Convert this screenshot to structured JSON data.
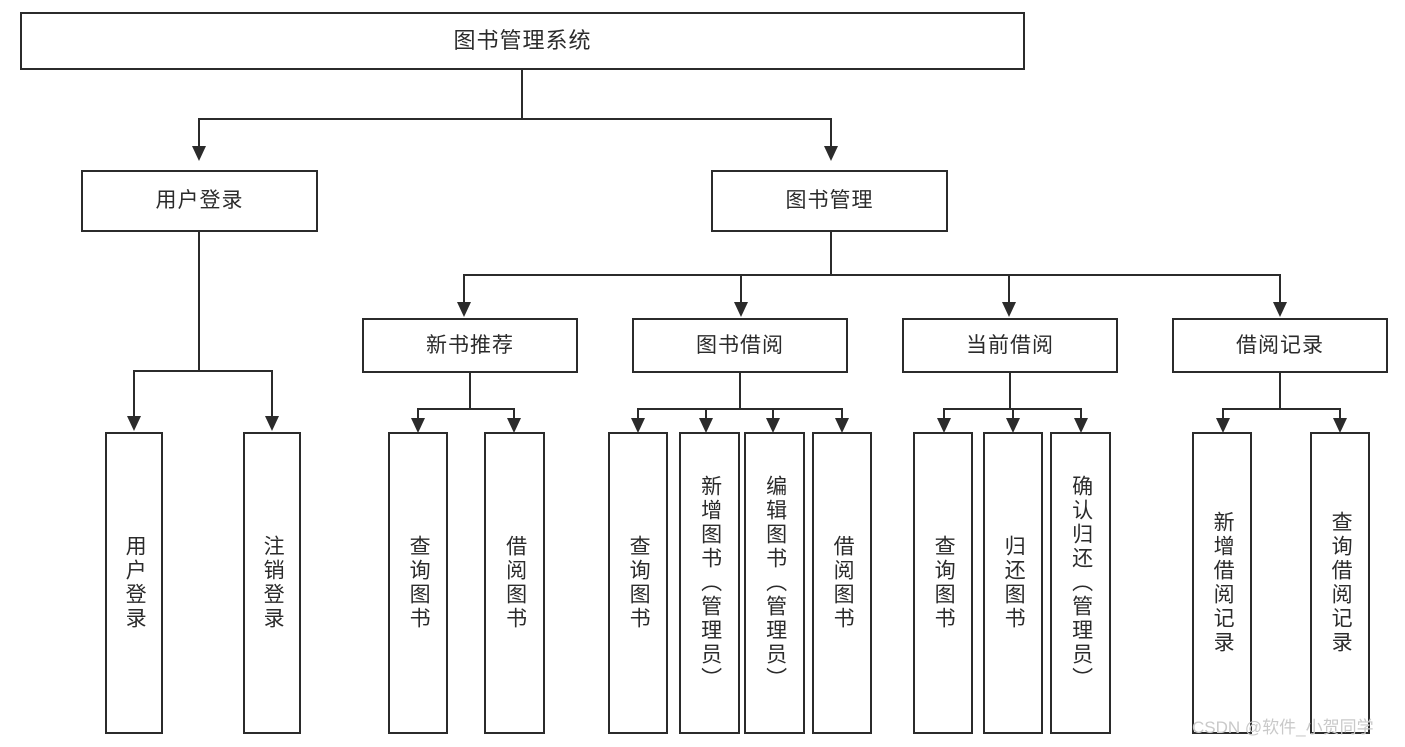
{
  "diagram": {
    "title": "图书管理系统",
    "type": "tree",
    "watermark": "CSDN @软件_小贺同学",
    "colors": {
      "line": "#2b2b2b",
      "box_fill": "#ffffff",
      "text": "#2b2b2b",
      "watermark": "#c9c9c9"
    }
  },
  "nodes": {
    "root": {
      "label": "图书管理系统"
    },
    "level1": [
      {
        "label": "用户登录"
      },
      {
        "label": "图书管理"
      }
    ],
    "level2": [
      {
        "label": "新书推荐"
      },
      {
        "label": "图书借阅"
      },
      {
        "label": "当前借阅"
      },
      {
        "label": "借阅记录"
      }
    ],
    "leaves_user_login": [
      {
        "label": "用户登录"
      },
      {
        "label": "注销登录"
      }
    ],
    "leaves_new_book": [
      {
        "label": "查询图书"
      },
      {
        "label": "借阅图书"
      }
    ],
    "leaves_borrow": [
      {
        "label": "查询图书"
      },
      {
        "label": "新增图书（管理员）"
      },
      {
        "label": "编辑图书（管理员）"
      },
      {
        "label": "借阅图书"
      }
    ],
    "leaves_current": [
      {
        "label": "查询图书"
      },
      {
        "label": "归还图书"
      },
      {
        "label": "确认归还（管理员）"
      }
    ],
    "leaves_records": [
      {
        "label": "新增借阅记录"
      },
      {
        "label": "查询借阅记录"
      }
    ]
  }
}
